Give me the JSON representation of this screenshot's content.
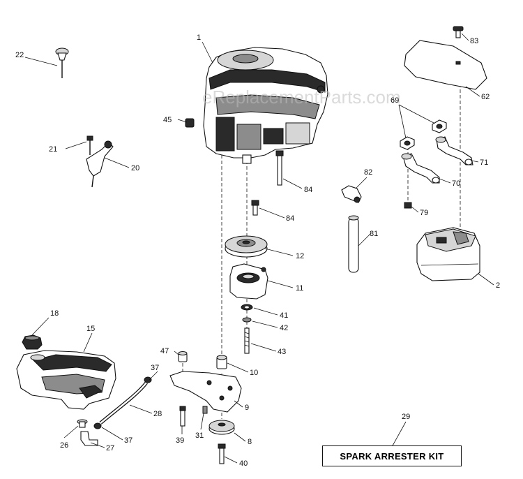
{
  "watermark": "eReplacementParts.com",
  "kit_label": "SPARK ARRESTER KIT",
  "callouts": {
    "c1": "1",
    "c2": "2",
    "c8": "8",
    "c9": "9",
    "c10": "10",
    "c11": "11",
    "c12": "12",
    "c15": "15",
    "c18": "18",
    "c20": "20",
    "c21": "21",
    "c22": "22",
    "c26": "26",
    "c27": "27",
    "c28": "28",
    "c29": "29",
    "c31": "31",
    "c37a": "37",
    "c37b": "37",
    "c39": "39",
    "c40": "40",
    "c41": "41",
    "c42": "42",
    "c43": "43",
    "c45": "45",
    "c47": "47",
    "c62": "62",
    "c69": "69",
    "c70": "70",
    "c71": "71",
    "c79": "79",
    "c81": "81",
    "c82": "82",
    "c83": "83",
    "c84a": "84",
    "c84b": "84"
  }
}
